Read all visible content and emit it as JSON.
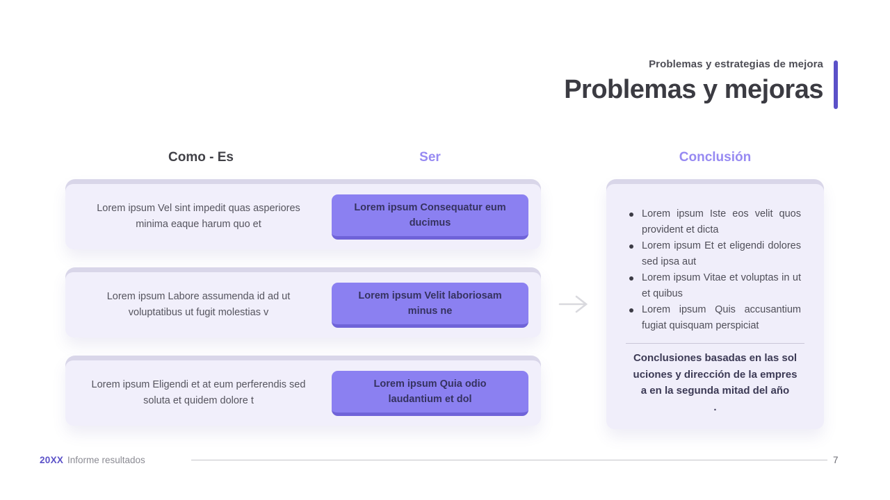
{
  "header": {
    "eyebrow": "Problemas y estrategias de mejora",
    "title": "Problemas y mejoras"
  },
  "columns": {
    "como_es": "Como - Es",
    "ser": "Ser",
    "conclusion": "Conclusión"
  },
  "rows": [
    {
      "problem": "Lorem ipsum Vel sint impedit quas asperiores minima eaque harum quo et",
      "solution": "Lorem ipsum Consequatur eum ducimus"
    },
    {
      "problem": "Lorem ipsum Labore assumenda id ad ut voluptatibus ut fugit molestias v",
      "solution": "Lorem ipsum Velit laboriosam minus ne"
    },
    {
      "problem": "Lorem ipsum Eligendi et at eum perferendis sed soluta et quidem dolore t",
      "solution": "Lorem ipsum Quia odio laudantium et dol"
    }
  ],
  "conclusion": {
    "bullets": [
      "Lorem ipsum Iste eos velit quos provident et dicta",
      "Lorem ipsum Et et eligendi dolores sed ipsa aut",
      "Lorem ipsum Vitae et voluptas in ut et quibus",
      "Lorem ipsum Quis accusantium fugiat quisquam perspiciat"
    ],
    "summary": "Conclusiones basadas en las soluciones y dirección de la empresa en la segunda mitad del año",
    "summary_period": "."
  },
  "footer": {
    "year": "20XX",
    "label": "Informe resultados",
    "page": "7"
  },
  "colors": {
    "accent": "#5b51c8",
    "accent_light": "#978af2",
    "title_text": "#3b3b42",
    "card_bg": "#f1effb",
    "card_layer": "#d9d6e9",
    "button_bg": "#8b80f1",
    "button_edge": "#6f63d8",
    "button_text": "#35325f",
    "body_text": "#55545e",
    "arrow": "#d9d9de"
  }
}
